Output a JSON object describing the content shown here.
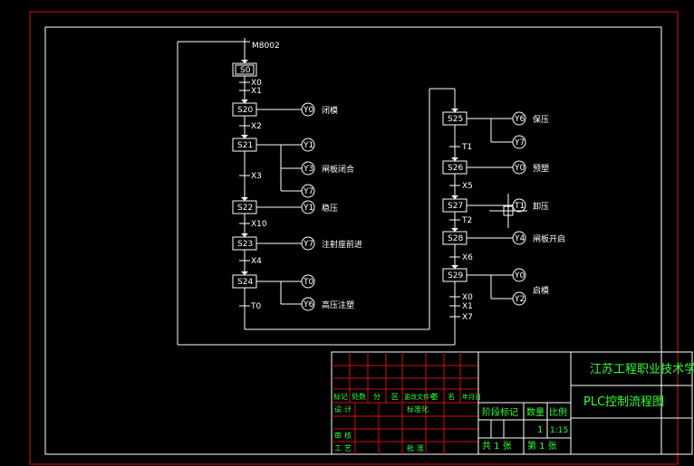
{
  "left_chain": {
    "init_label": "M8002",
    "steps": [
      {
        "id": "S0"
      },
      {
        "id": "S20"
      },
      {
        "id": "S21"
      },
      {
        "id": "S22"
      },
      {
        "id": "S23"
      },
      {
        "id": "S24"
      }
    ],
    "transitions": [
      "X0",
      "X1",
      "X2",
      "X3",
      "X10",
      "X4",
      "T0"
    ],
    "outputs": [
      {
        "coil": "Y0",
        "label": "闭模"
      },
      {
        "coil": "Y1",
        "label": ""
      },
      {
        "coil": "Y3",
        "label": "闸板闭合"
      },
      {
        "coil": "Y7",
        "label": ""
      },
      {
        "coil": "Y1",
        "label": "稳压"
      },
      {
        "coil": "Y7",
        "label": "注射座前进"
      },
      {
        "coil": "T0",
        "label": ""
      },
      {
        "coil": "Y6",
        "label": "高压注塑"
      }
    ]
  },
  "right_chain": {
    "steps": [
      {
        "id": "S25"
      },
      {
        "id": "S26"
      },
      {
        "id": "S27"
      },
      {
        "id": "S28"
      },
      {
        "id": "S29"
      }
    ],
    "transitions": [
      "T1",
      "X5",
      "T2",
      "X6",
      "X0",
      "X1",
      "X7"
    ],
    "outputs": [
      {
        "coil": "Y6",
        "label": "保压"
      },
      {
        "coil": "Y7",
        "label": ""
      },
      {
        "coil": "Y0",
        "label": "预塑"
      },
      {
        "coil": "T1",
        "label": "卸压"
      },
      {
        "coil": "Y4",
        "label": "闸板开启"
      },
      {
        "coil": "Y0",
        "label": ""
      },
      {
        "coil": "Y2",
        "label": "启模"
      }
    ]
  },
  "title_block": {
    "school": "江苏工程职业技术学院",
    "drawing_title": "PLC控制流程图",
    "header_cells": [
      "标记",
      "处数",
      "分",
      "区",
      "更改文件号",
      "签",
      "名",
      "年月日"
    ],
    "row_design": [
      "设",
      "计",
      "标准化"
    ],
    "row_review": [
      "审",
      "核"
    ],
    "row_process": [
      "工",
      "艺",
      "批",
      "准"
    ],
    "stage_label": "阶段标记",
    "qty_label": "数量",
    "scale_label": "比例",
    "qty_value": "1",
    "scale_value": "1:15",
    "sheets_total": "共 1 张",
    "sheet_no": "第 1 张"
  }
}
